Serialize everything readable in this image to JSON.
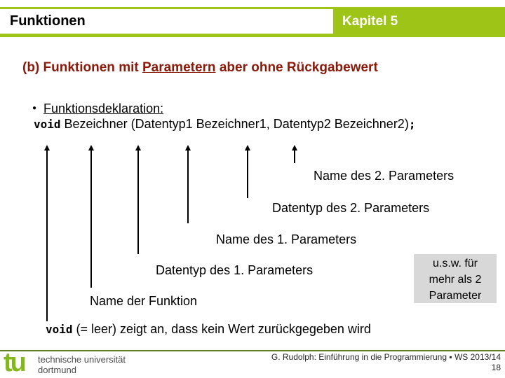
{
  "header": {
    "title": "Funktionen",
    "chapter": "Kapitel 5"
  },
  "heading": {
    "pre": "(b) Funktionen mit ",
    "underlined": "Parametern",
    "post": " aber ohne Rückgabewert"
  },
  "declaration": {
    "bullet": "●",
    "title": "Funktionsdeklaration:",
    "code": {
      "keyword": "void",
      "body": " Bezeichner (Datentyp1 Bezeichner1, Datentyp2 Bezeichner2)",
      "semicolon": ";"
    }
  },
  "annotations": {
    "name_param2": "Name des 2. Parameters",
    "type_param2": "Datentyp des 2. Parameters",
    "name_param1": "Name des 1. Parameters",
    "type_param1": "Datentyp des 1. Parameters",
    "function_name": "Name der Funktion"
  },
  "note_box": {
    "line1": "u.s.w. für",
    "line2": "mehr als 2",
    "line3": "Parameter"
  },
  "footnote": {
    "keyword": "void",
    "text": " (= leer) zeigt an, dass kein Wert zurückgegeben wird"
  },
  "footer": {
    "logo_text": "tu",
    "university_line1": "technische universität",
    "university_line2": "dortmund",
    "credit": "G. Rudolph: Einführung in die Programmierung ▪ WS 2013/14",
    "page_number": "18"
  },
  "colors": {
    "accent_green": "#9ec418",
    "footer_line_green": "#5f7d1f",
    "logo_green": "#83b81d",
    "heading_red": "#8a1a0a",
    "note_box_gray": "#d8d8d8"
  }
}
